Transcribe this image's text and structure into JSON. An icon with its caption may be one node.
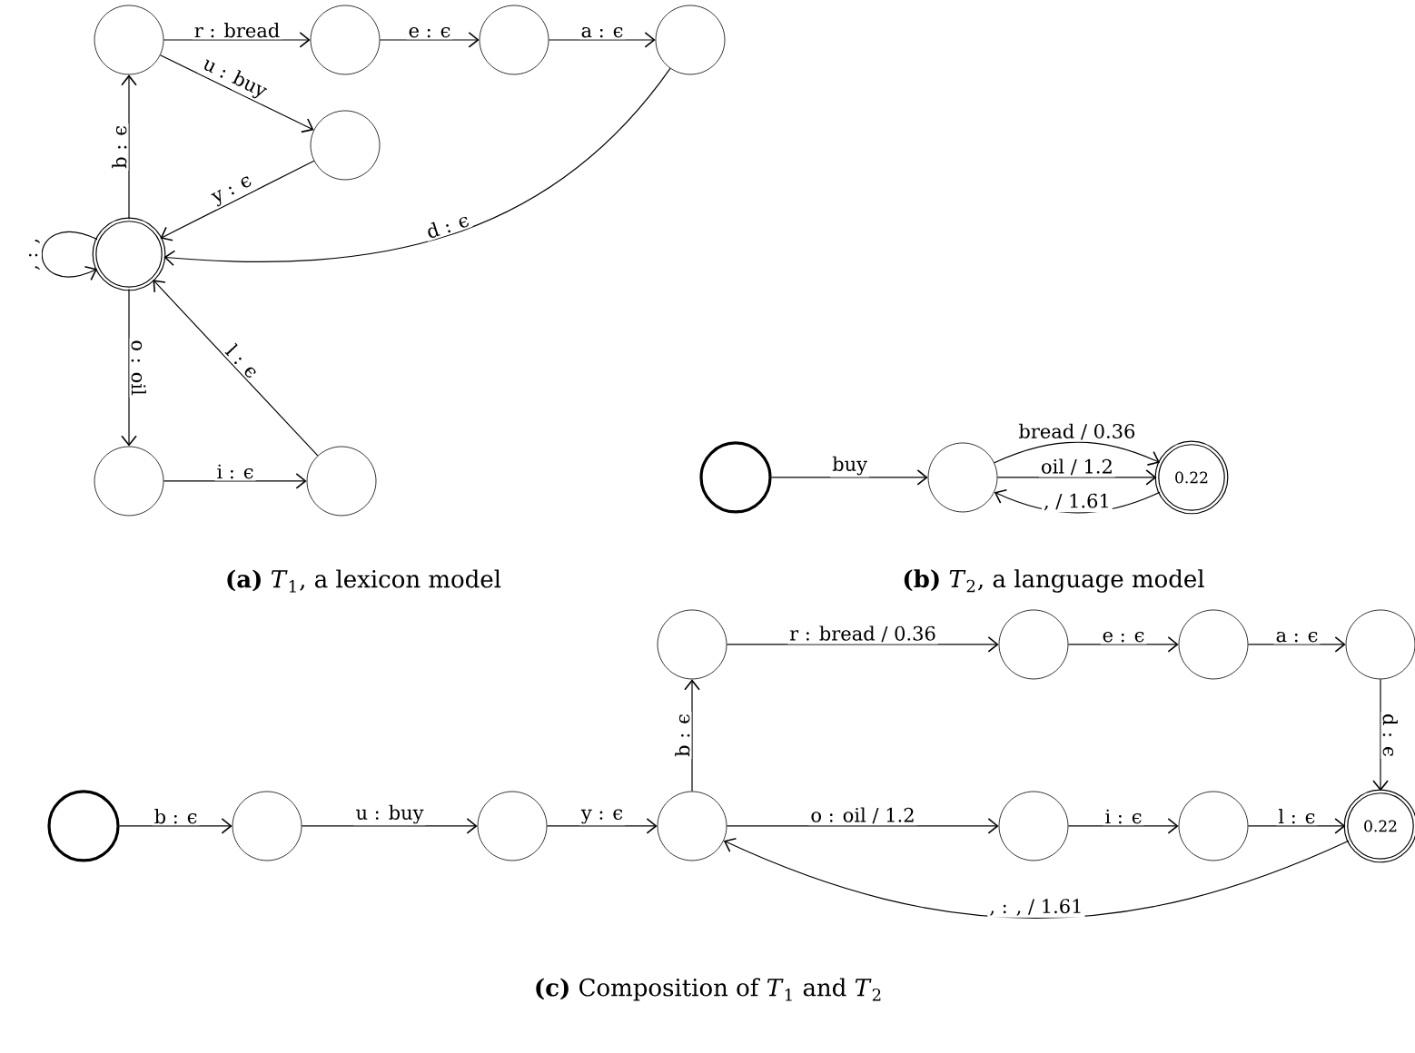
{
  "diagram": {
    "nodes": [
      {
        "text": [],
        "shape": "circle"
      },
      {
        "text": [],
        "shape": "circle"
      },
      {
        "text": [],
        "shape": "circle"
      },
      {
        "text": [],
        "shape": "circle"
      },
      {
        "text": [],
        "shape": "circle"
      },
      {
        "text": [],
        "shape": "circle"
      },
      {
        "text": [],
        "shape": "circle"
      },
      {
        "text": [],
        "shape": "circle"
      },
      {
        "text": [],
        "shape": "circle"
      },
      {
        "text": [],
        "shape": "circle"
      },
      {
        "text": [
          "0.22"
        ]
      },
      {
        "text": [],
        "shape": "circle"
      },
      {
        "text": [],
        "shape": "circle"
      },
      {
        "text": [],
        "shape": "circle"
      },
      {
        "text": [],
        "shape": "circle"
      },
      {
        "text": [],
        "shape": "circle"
      },
      {
        "text": [],
        "shape": "circle"
      },
      {
        "text": [],
        "shape": "circle"
      },
      {
        "text": [],
        "shape": "circle"
      },
      {
        "text": [],
        "shape": "circle"
      },
      {
        "text": [],
        "shape": "circle"
      },
      {
        "text": [
          "0.22"
        ]
      }
    ],
    "edges": [
      {
        "from": 5,
        "to": 0,
        "arrow": "to",
        "label": "b : ϵ"
      },
      {
        "from": 0,
        "to": 1,
        "arrow": "to",
        "label": "r : bread"
      },
      {
        "from": 1,
        "to": 2,
        "arrow": "to",
        "label": "e : ϵ"
      },
      {
        "from": 2,
        "to": 3,
        "arrow": "to",
        "label": "a : ϵ"
      },
      {
        "from": 0,
        "to": 4,
        "arrow": "to",
        "label": "u : buy"
      },
      {
        "from": 4,
        "to": 5,
        "arrow": "to",
        "label": "y : ϵ"
      },
      {
        "from": 3,
        "to": 5,
        "arrow": "to",
        "label": "d : ϵ"
      },
      {
        "from": 5,
        "to": 5,
        "arrow": "to",
        "label": ", : ,"
      },
      {
        "from": 5,
        "to": 6,
        "arrow": "to",
        "label": "o : oil"
      },
      {
        "from": 6,
        "to": 7,
        "arrow": "to",
        "label": "i : ϵ"
      },
      {
        "from": 7,
        "to": 5,
        "arrow": "to",
        "label": "l : ϵ"
      },
      {
        "from": 8,
        "to": 9,
        "arrow": "to",
        "label": "buy"
      },
      {
        "from": 9,
        "to": 10,
        "arrow": "to",
        "label": "bread / 0.36"
      },
      {
        "from": 9,
        "to": 10,
        "arrow": "to",
        "label": "oil / 1.2"
      },
      {
        "from": 10,
        "to": 9,
        "arrow": "to",
        "label": ", / 1.61"
      },
      {
        "from": 11,
        "to": 12,
        "arrow": "to",
        "label": "b : ϵ"
      },
      {
        "from": 12,
        "to": 13,
        "arrow": "to",
        "label": "u : buy"
      },
      {
        "from": 13,
        "to": 14,
        "arrow": "to",
        "label": "y : ϵ"
      },
      {
        "from": 14,
        "to": 15,
        "arrow": "to",
        "label": "b : ϵ"
      },
      {
        "from": 15,
        "to": 16,
        "arrow": "to",
        "label": "r : bread / 0.36"
      },
      {
        "from": 16,
        "to": 17,
        "arrow": "to",
        "label": "e : ϵ"
      },
      {
        "from": 17,
        "to": 18,
        "arrow": "to",
        "label": "a : ϵ"
      },
      {
        "from": 18,
        "to": 21,
        "arrow": "to",
        "label": "d : ϵ"
      },
      {
        "from": 14,
        "to": 19,
        "arrow": "to",
        "label": "o : oil / 1.2"
      },
      {
        "from": 19,
        "to": 20,
        "arrow": "to",
        "label": "i : ϵ"
      },
      {
        "from": 20,
        "to": 21,
        "arrow": "to",
        "label": "l : ϵ"
      },
      {
        "from": 21,
        "to": 14,
        "arrow": "to",
        "label": ", : , / 1.61"
      }
    ],
    "labels": [
      "**(a)** *T*$_{1}$, a lexicon model",
      "**(b)** *T*$_{2}$, a language model",
      "**(c)** Composition of *T*$_{1}$ and *T*$_{2}$"
    ]
  }
}
